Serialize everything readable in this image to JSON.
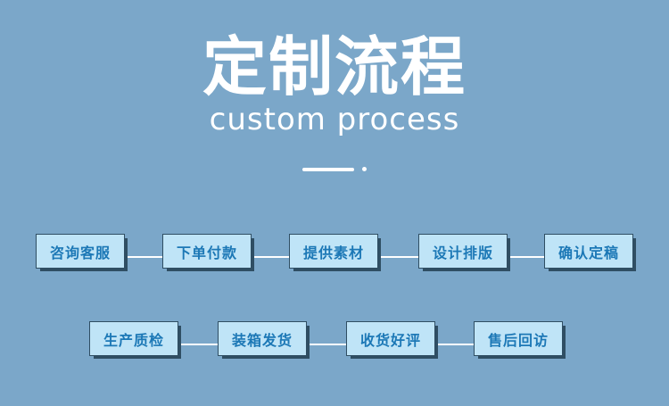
{
  "header": {
    "title": "定制流程",
    "subtitle": "custom process"
  },
  "steps_row1": [
    "咨询客服",
    "下单付款",
    "提供素材",
    "设计排版",
    "确认定稿"
  ],
  "steps_row2": [
    "生产质检",
    "装箱发货",
    "收货好评",
    "售后回访"
  ],
  "colors": {
    "background": "#7BA7C9",
    "box_fill": "#BFE4F7",
    "box_text": "#1C78B6",
    "box_shadow": "#2F4E63"
  }
}
